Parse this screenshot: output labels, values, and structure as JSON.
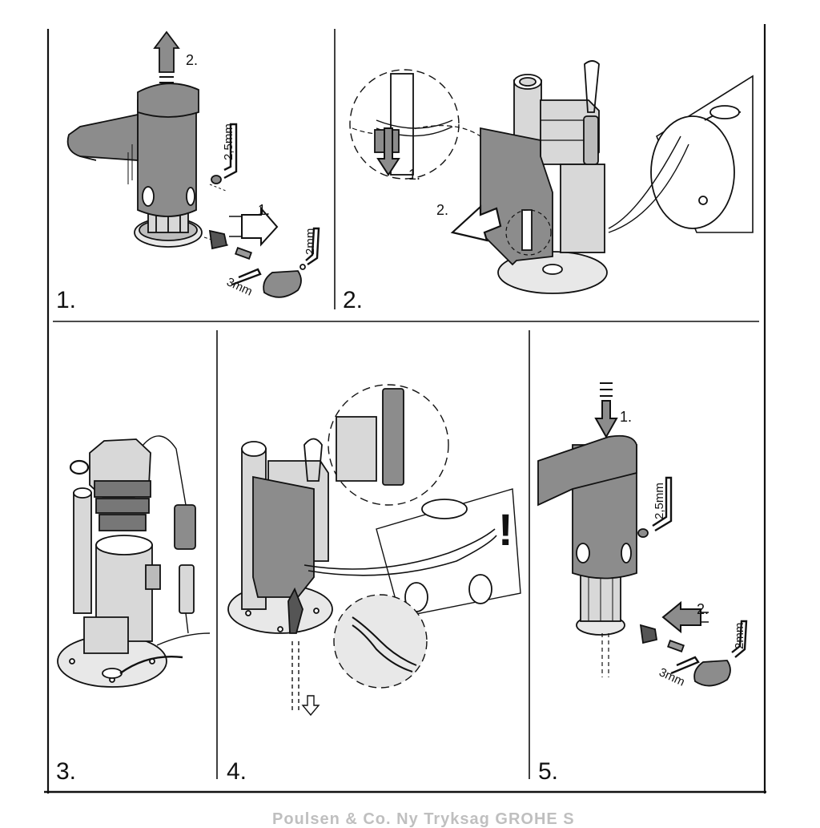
{
  "steps": [
    {
      "number": "1.",
      "arrow_labels": [
        "2.",
        "1."
      ],
      "tool_labels": [
        "2,5mm",
        "3mm",
        "2mm"
      ]
    },
    {
      "number": "2.",
      "arrow_labels": [
        "1.",
        "2."
      ]
    },
    {
      "number": "3."
    },
    {
      "number": "4.",
      "warning_mark": "!"
    },
    {
      "number": "5.",
      "arrow_labels": [
        "1.",
        "2."
      ],
      "tool_labels": [
        "2,5mm",
        "3mm",
        "2mm"
      ]
    }
  ],
  "footer_text": "Poulsen & Co. Ny Tryksag GROHE S"
}
